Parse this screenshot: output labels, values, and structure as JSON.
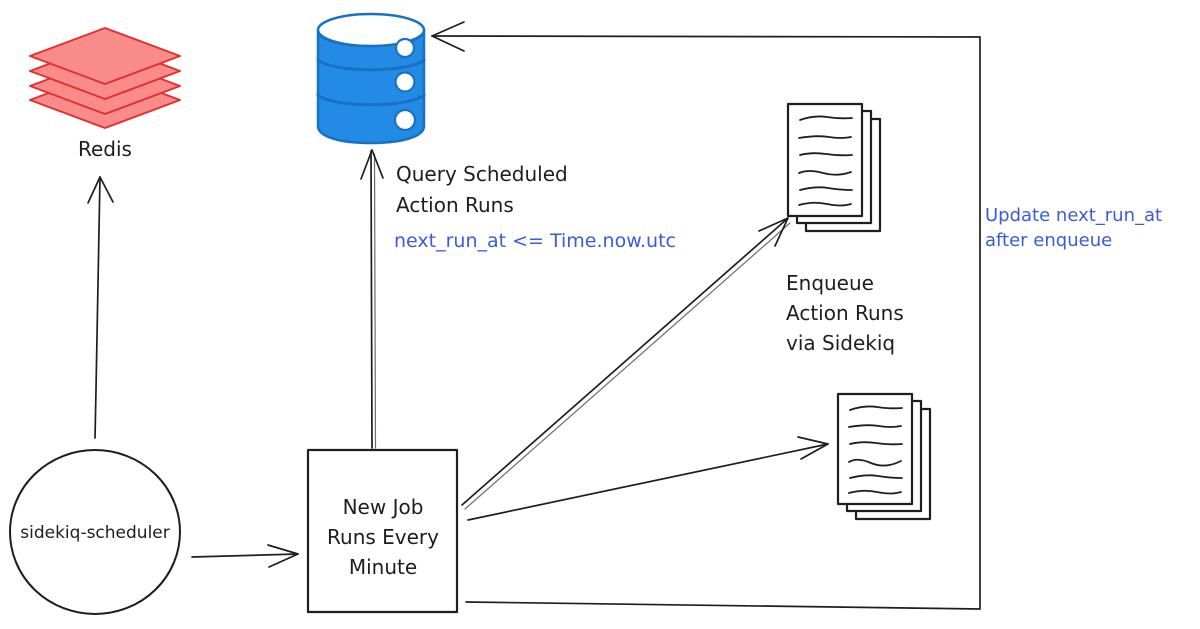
{
  "colors": {
    "ink": "#1e1e1e",
    "redis_fill": "#f98b8b",
    "redis_stroke": "#e03131",
    "db_fill": "#228be6",
    "db_stroke": "#1971c2",
    "blue_text": "#3b5bdb",
    "canvas_bg": "#ffffff"
  },
  "icons": [
    "redis-stack-icon",
    "database-cylinder-icon",
    "document-stack-icon"
  ],
  "nodes": {
    "redis": {
      "label": "Redis"
    },
    "scheduler": {
      "label": "sidekiq-scheduler"
    },
    "job_box": {
      "line1": "New Job",
      "line2": "Runs Every",
      "line3": "Minute"
    }
  },
  "annotations": {
    "query": {
      "line1": "Query Scheduled",
      "line2": "Action Runs"
    },
    "query_condition": "next_run_at <= Time.now.utc",
    "enqueue": {
      "line1": "Enqueue",
      "line2": "Action Runs",
      "line3": "via Sidekiq"
    },
    "update": {
      "line1": "Update next_run_at",
      "line2": "after enqueue"
    }
  }
}
